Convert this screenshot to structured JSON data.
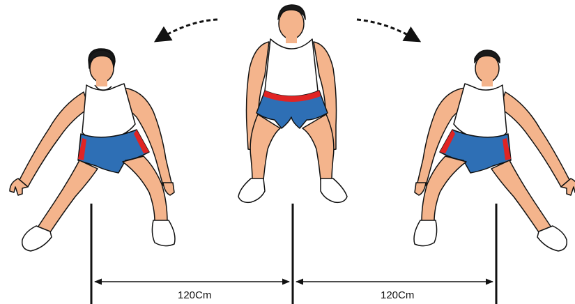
{
  "diagram": {
    "measurements": [
      {
        "label": "120Cm"
      },
      {
        "label": "120Cm"
      }
    ],
    "figures": [
      {
        "name": "athlete-left",
        "pose": "side-step-left"
      },
      {
        "name": "athlete-center",
        "pose": "ready-stance"
      },
      {
        "name": "athlete-right",
        "pose": "side-step-right"
      }
    ],
    "arrows": [
      {
        "name": "move-left",
        "direction": "left"
      },
      {
        "name": "move-right",
        "direction": "right"
      }
    ],
    "colors": {
      "skin": "#f4b48c",
      "skin_shadow": "#e59a72",
      "hair": "#1a1a1a",
      "shirt": "#ffffff",
      "shorts": "#2e6fb5",
      "shorts_trim": "#e02424",
      "shoe": "#ffffff",
      "outline": "#111111"
    }
  }
}
